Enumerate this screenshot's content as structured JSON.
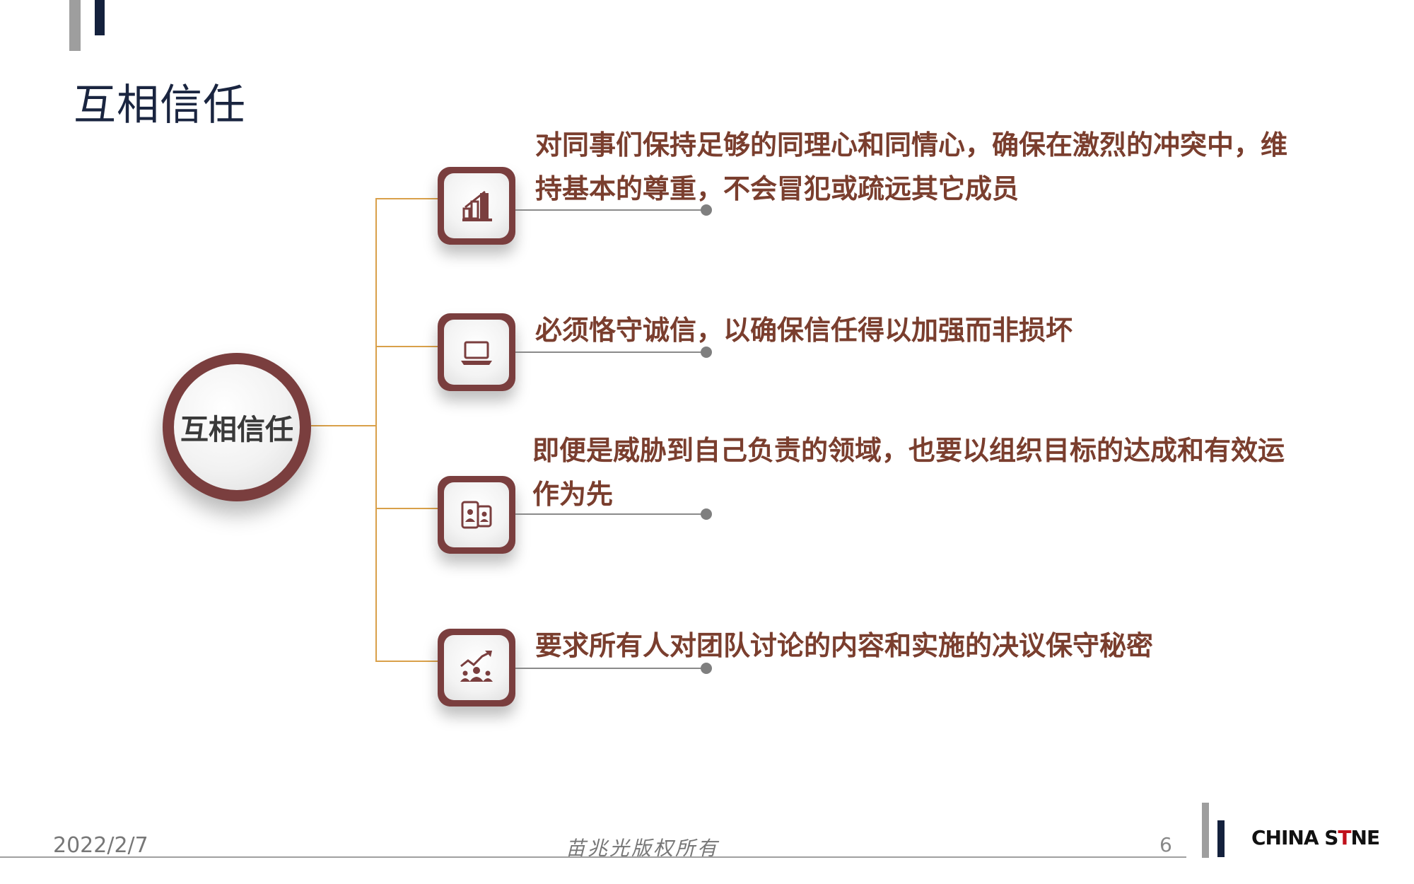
{
  "slide": {
    "title": "互相信任",
    "center_label": "互相信任"
  },
  "items": [
    {
      "icon": "building-chart-icon",
      "text_line1": "对同事们保持足够的同理心和同情心，确保在激烈的冲突中，维",
      "text_line2": "持基本的尊重，不会冒犯或疏远其它成员"
    },
    {
      "icon": "laptop-icon",
      "text_line1": "必须恪守诚信，以确保信任得以加强而非损坏",
      "text_line2": ""
    },
    {
      "icon": "phone-users-icon",
      "text_line1": "即便是威胁到自己负责的领域，也要以组织目标的达成和有效运",
      "text_line2": "作为先"
    },
    {
      "icon": "team-growth-icon",
      "text_line1": "要求所有人对团队讨论的内容和实施的决议保守秘密",
      "text_line2": ""
    }
  ],
  "footer": {
    "date": "2022/2/7",
    "copyright": "苗兆光版权所有",
    "page_number": "6",
    "logo_a": "CHINA S",
    "logo_b": "T",
    "logo_c": "NE"
  },
  "colors": {
    "accent": "#7a3e3e",
    "text_brown": "#7a3e2e",
    "connector": "#d9a04a",
    "navy": "#14213d"
  }
}
